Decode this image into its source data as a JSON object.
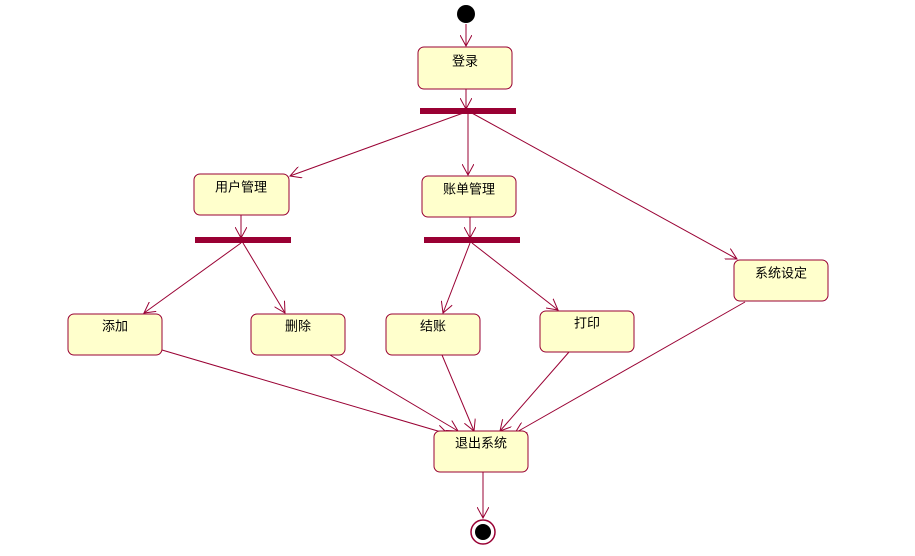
{
  "colors": {
    "node_fill": "#ffffcc",
    "node_border": "#990033",
    "bar_fill": "#990033",
    "line": "#990033",
    "dot": "#000000"
  },
  "nodes": {
    "login": "登录",
    "user_mgmt": "用户管理",
    "bill_mgmt": "账单管理",
    "system_settings": "系统设定",
    "add": "添加",
    "delete": "删除",
    "checkout": "结账",
    "print": "打印",
    "exit": "退出系统"
  }
}
